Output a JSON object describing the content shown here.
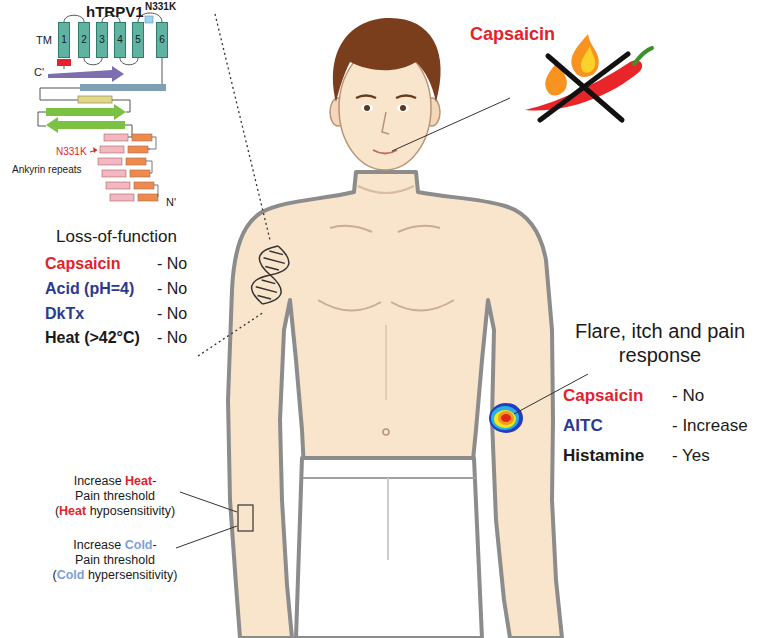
{
  "diagram": {
    "nodes": [
      {
        "text": [
          "1"
        ]
      },
      {
        "text": [
          "2"
        ]
      },
      {
        "text": [
          "3"
        ]
      },
      {
        "text": [
          "4"
        ]
      },
      {
        "text": [
          "5"
        ]
      },
      {
        "text": [
          "6"
        ]
      }
    ],
    "edges": [
      {
        "from": 0,
        "to": 1,
        "arrow": "none"
      },
      {
        "from": 1,
        "to": 2,
        "arrow": "none"
      },
      {
        "from": 2,
        "to": 3,
        "arrow": "none"
      },
      {
        "from": 3,
        "to": 4,
        "arrow": "none"
      },
      {
        "from": 4,
        "to": 5,
        "arrow": "none"
      }
    ],
    "labels": [
      "hTRPV1",
      "N331K",
      "TM",
      "C'",
      "N331K",
      "Ankyrin repeats",
      "N'",
      "Loss-of-function",
      "Capsaicin",
      "- No",
      "Acid (pH=4)",
      "- No",
      "DkTx",
      "- No",
      "Heat (>42°C)",
      "- No",
      "Capsaicin",
      "Flare, itch and pain response",
      "Capsaicin",
      "- No",
      "AITC",
      "- Increase",
      "Histamine",
      "- Yes",
      "Increase Heat- Pain threshold (Heat hyposensitivity)",
      "Increase Cold- Pain threshold (Cold hypersensitivity)"
    ]
  }
}
